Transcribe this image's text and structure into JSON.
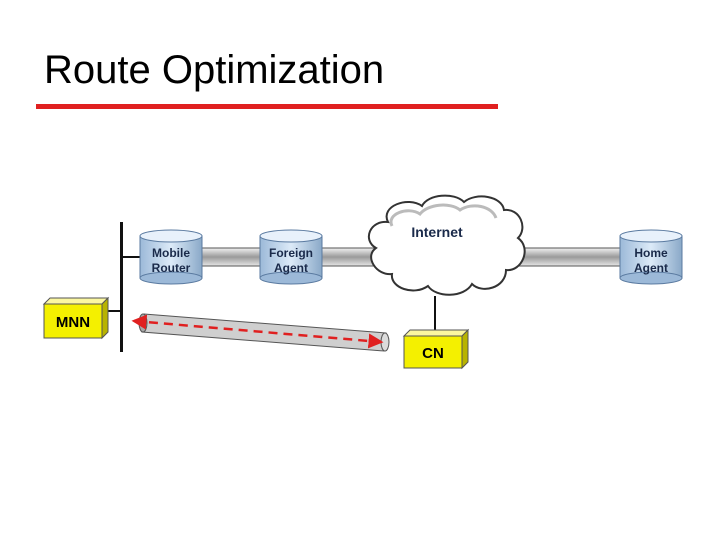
{
  "slide": {
    "title": "Route Optimization"
  },
  "colors": {
    "title_rule": "#e02020",
    "node_fill": "#c6ddf2",
    "box_fill": "#f4f000",
    "tunnel_fill": "#cfcfcf",
    "dashed_path": "#e02020",
    "cloud_fill": "#ffffff"
  },
  "diagram": {
    "mobile_router": {
      "line1": "Mobile",
      "line2": "Router"
    },
    "foreign_agent": {
      "line1": "Foreign",
      "line2": "Agent"
    },
    "home_agent": {
      "line1": "Home",
      "line2": "Agent"
    },
    "internet": {
      "label": "Internet"
    },
    "mnn": {
      "label": "MNN"
    },
    "cn": {
      "label": "CN"
    }
  }
}
